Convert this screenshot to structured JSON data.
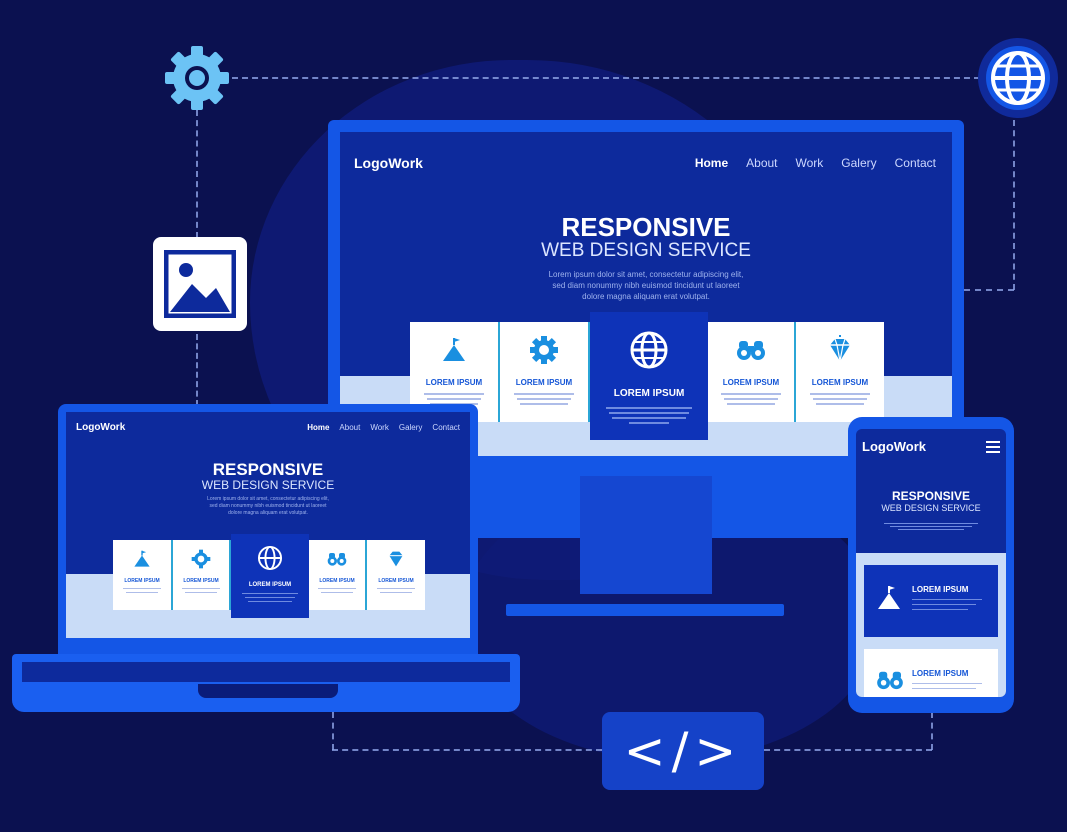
{
  "colors": {
    "background": "#0b1150",
    "device_frame": "#1456e6",
    "screen": "#0d2a9c",
    "accent": "#1a8fe0",
    "band": "#c9dcf7"
  },
  "site": {
    "logo": "LogoWork",
    "nav": [
      "Home",
      "About",
      "Work",
      "Galery",
      "Contact"
    ],
    "laptop_nav": [
      "Home",
      "About",
      "Work",
      "Galery",
      "Contact"
    ],
    "headline": "RESPONSIVE",
    "subheadline": "WEB DESIGN SERVICE",
    "description": [
      "Lorem ipsum dolor sit amet, consectetur adipiscing elit,",
      "sed diam nonummy nibh euismod tincidunt ut laoreet",
      "dolore magna aliquam erat volutpat."
    ],
    "laptop_description": [
      "Lorem ipsum dolor sit amet, consectetur adipiscing elit,",
      "sed diam nonummy nibh euismod tincidunt ut laoreet",
      "dolore magna aliquam erat volutpat."
    ],
    "cards": [
      {
        "icon": "mountain-flag-icon",
        "title": "LOREM IPSUM"
      },
      {
        "icon": "gear-icon",
        "title": "LOREM IPSUM"
      },
      {
        "icon": "globe-icon",
        "title": "LOREM IPSUM",
        "featured": true
      },
      {
        "icon": "binoculars-icon",
        "title": "LOREM IPSUM"
      },
      {
        "icon": "diamond-icon",
        "title": "LOREM IPSUM"
      }
    ],
    "phone_cards": [
      {
        "icon": "mountain-flag-icon",
        "title": "LOREM IPSUM"
      },
      {
        "icon": "binoculars-icon",
        "title": "LOREM IPSUM"
      }
    ]
  },
  "decor": {
    "code_symbol": "</>",
    "icons": [
      "gear-icon",
      "globe-icon",
      "image-icon",
      "code-icon"
    ]
  }
}
